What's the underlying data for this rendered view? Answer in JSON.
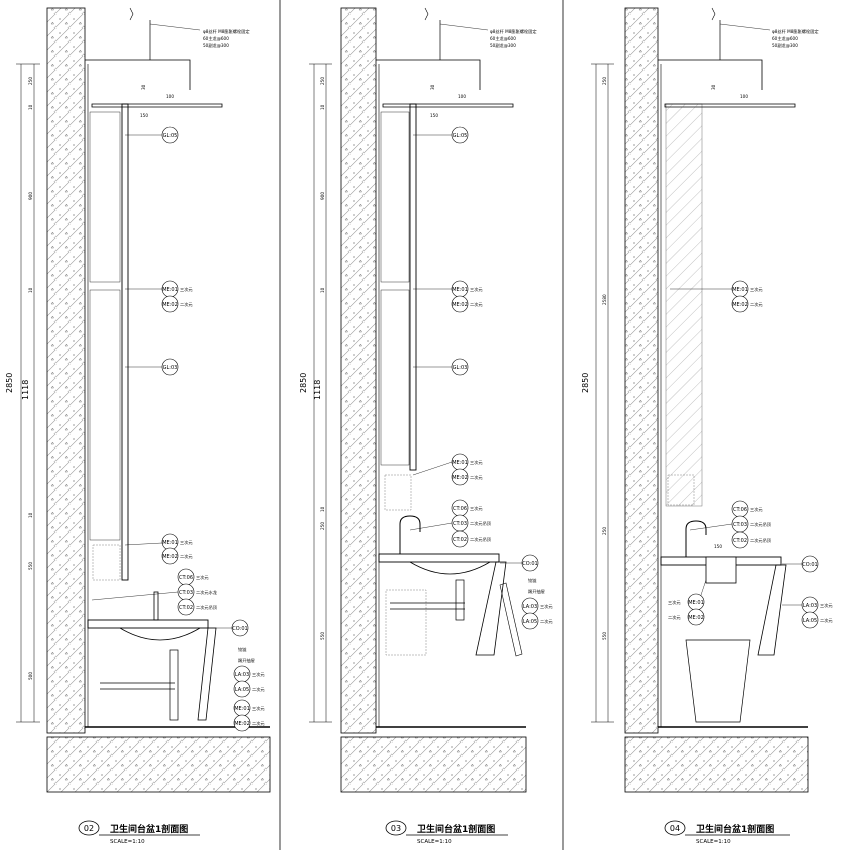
{
  "colors": {
    "line": "#000000",
    "hatch": "#333333",
    "dim": "#000000"
  },
  "sections": [
    {
      "number": "02",
      "title": "卫生间台盆1剖面图",
      "scale": "SCALE=1:10",
      "top_note": [
        "φ8丝杆 M8膨胀螺栓固定",
        "60主龙@600",
        "50副龙@300"
      ],
      "dims_outer": [
        "1118",
        "2850"
      ],
      "dims_inner": [
        "250",
        "10",
        "900",
        "10",
        "1118",
        "10",
        "550",
        "500"
      ],
      "dim_small": [
        "30",
        "100"
      ],
      "dim_h": "150",
      "tags": [
        {
          "code": "GL:05",
          "note": ""
        },
        {
          "code": "ME:01",
          "note": "三次元"
        },
        {
          "code": "ME:02",
          "note": "二次元"
        },
        {
          "code": "GL:03",
          "note": ""
        },
        {
          "code": "ME:01",
          "note": "三次元"
        },
        {
          "code": "ME:02",
          "note": "二次元"
        },
        {
          "code": "CT:06",
          "note": "三次元"
        },
        {
          "code": "CT:03",
          "note": "二次元水龙"
        },
        {
          "code": "CT:02",
          "note": "二次元吊顶"
        },
        {
          "code": "CO:01",
          "note": ""
        },
        {
          "code": "LA:03",
          "note": "三次元"
        },
        {
          "code": "LA:05",
          "note": "二次元"
        },
        {
          "code": "ME:01",
          "note": "三次元"
        },
        {
          "code": "ME:02",
          "note": "二次元"
        }
      ],
      "notes": [
        "铰链",
        "踢开抽屉"
      ]
    },
    {
      "number": "03",
      "title": "卫生间台盆1剖面图",
      "scale": "SCALE=1:10",
      "top_note": [
        "φ8丝杆 M8膨胀螺栓固定",
        "60主龙@600",
        "50副龙@300"
      ],
      "dims_outer": [
        "1118",
        "2850"
      ],
      "dims_inner": [
        "250",
        "10",
        "900",
        "10",
        "1118",
        "10",
        "250",
        "550"
      ],
      "dim_small": [
        "30",
        "100"
      ],
      "dim_h": "150",
      "tags": [
        {
          "code": "GL:05",
          "note": ""
        },
        {
          "code": "ME:01",
          "note": "三次元"
        },
        {
          "code": "ME:02",
          "note": "二次元"
        },
        {
          "code": "GL:03",
          "note": ""
        },
        {
          "code": "ME:01",
          "note": "三次元"
        },
        {
          "code": "ME:02",
          "note": "二次元"
        },
        {
          "code": "CT:06",
          "note": "三次元"
        },
        {
          "code": "CT:03",
          "note": "二次元吊顶"
        },
        {
          "code": "CT:02",
          "note": "二次元吊顶"
        },
        {
          "code": "CO:01",
          "note": ""
        },
        {
          "code": "LA:03",
          "note": "三次元"
        },
        {
          "code": "LA:05",
          "note": "二次元"
        }
      ],
      "notes": [
        "铰链",
        "踢开抽屉"
      ]
    },
    {
      "number": "04",
      "title": "卫生间台盆1剖面图",
      "scale": "SCALE=1:10",
      "top_note": [
        "φ8丝杆 M8膨胀螺栓固定",
        "60主龙@600",
        "50副龙@300"
      ],
      "dims_outer": [
        "2850"
      ],
      "dims_inner": [
        "250",
        "2580",
        "250",
        "550"
      ],
      "dim_small": [
        "30",
        "100"
      ],
      "dim_h": "150",
      "tags": [
        {
          "code": "ME:01",
          "note": "三次元"
        },
        {
          "code": "ME:02",
          "note": "二次元"
        },
        {
          "code": "CT:06",
          "note": "三次元"
        },
        {
          "code": "CT:03",
          "note": "二次元吊顶"
        },
        {
          "code": "CT:02",
          "note": "二次元吊顶"
        },
        {
          "code": "CO:01",
          "note": ""
        },
        {
          "code": "ME:01",
          "note": "三次元"
        },
        {
          "code": "ME:02",
          "note": "二次元"
        },
        {
          "code": "LA:03",
          "note": "三次元"
        },
        {
          "code": "LA:05",
          "note": "二次元"
        }
      ],
      "notes": []
    }
  ]
}
